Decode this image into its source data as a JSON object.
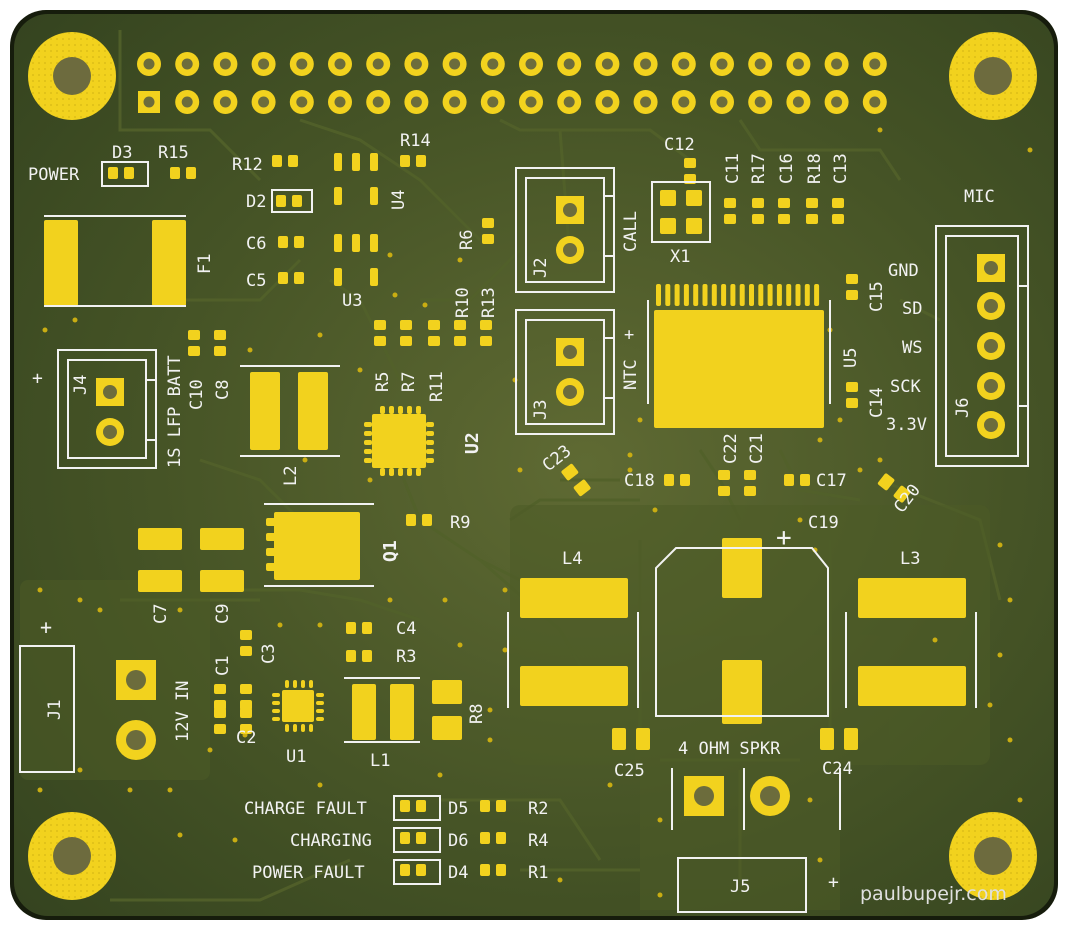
{
  "board": {
    "colors": {
      "soldermask": "#3d4d23",
      "copper_trace": "#4e5e28",
      "pad": "#f2d21e",
      "silkscreen": "#f2f2f2",
      "hole": "#6c6c3c"
    }
  },
  "labels": {
    "power": "POWER",
    "d3": "D3",
    "r15": "R15",
    "r12": "R12",
    "d2": "D2",
    "c6": "C6",
    "c5": "C5",
    "r14": "R14",
    "u4": "U4",
    "u3": "U3",
    "r6": "R6",
    "f1": "F1",
    "j4": "J4",
    "batt": "1S LFP BATT",
    "c10": "C10",
    "c8": "C8",
    "l2": "L2",
    "r5": "R5",
    "r7": "R7",
    "r11": "R11",
    "r10": "R10",
    "r13": "R13",
    "u2": "U2",
    "r9": "R9",
    "q1": "Q1",
    "c7": "C7",
    "c9": "C9",
    "j2": "J2",
    "call": "CALL",
    "j3": "J3",
    "ntc": "NTC",
    "c12": "C12",
    "x1": "X1",
    "c11": "C11",
    "r17": "R17",
    "c16": "C16",
    "r18": "R18",
    "c13": "C13",
    "u5": "U5",
    "c15": "C15",
    "c14": "C14",
    "c22": "C22",
    "c21": "C21",
    "c23": "C23",
    "c18": "C18",
    "c17": "C17",
    "c19": "C19",
    "c20": "C20",
    "l4": "L4",
    "l3": "L3",
    "mic": "MIC",
    "gnd": "GND",
    "sd": "SD",
    "ws": "WS",
    "sck": "SCK",
    "v33": "3.3V",
    "j6": "J6",
    "j1": "J1",
    "vin": "12V IN",
    "c1": "C1",
    "c2": "C2",
    "c3": "C3",
    "u1": "U1",
    "c4": "C4",
    "r3": "R3",
    "l1": "L1",
    "r8": "R8",
    "spkr": "4 OHM SPKR",
    "c25": "C25",
    "c24": "C24",
    "charge_fault": "CHARGE FAULT",
    "charging": "CHARGING",
    "power_fault": "POWER FAULT",
    "d5": "D5",
    "d6": "D6",
    "d4": "D4",
    "r2": "R2",
    "r4": "R4",
    "r1": "R1",
    "j5": "J5",
    "plus": "+"
  },
  "watermark": "paulbupejr.com"
}
